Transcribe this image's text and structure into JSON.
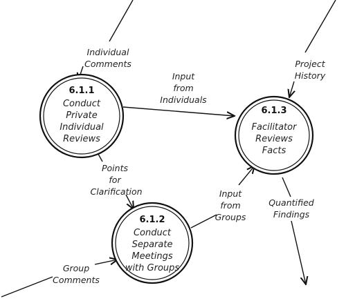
{
  "processes": [
    {
      "id": "6.1.1",
      "lines": [
        "Conduct",
        "Private",
        "Individual",
        "Reviews"
      ]
    },
    {
      "id": "6.1.2",
      "lines": [
        "Conduct",
        "Separate",
        "Meetings",
        "with Groups"
      ]
    },
    {
      "id": "6.1.3",
      "lines": [
        "Facilitator",
        "Reviews",
        "Facts"
      ]
    }
  ],
  "flows": {
    "individual_comments": [
      "Individual",
      "Comments"
    ],
    "input_from_individuals": [
      "Input",
      "from",
      "Individuals"
    ],
    "project_history": [
      "Project",
      "History"
    ],
    "points_for_clarification": [
      "Points",
      "for",
      "Clarification"
    ],
    "input_from_groups": [
      "Input",
      "from",
      "Groups"
    ],
    "quantified_findings": [
      "Quantified",
      "Findings"
    ],
    "group_comments": [
      "Group",
      "Comments"
    ]
  }
}
